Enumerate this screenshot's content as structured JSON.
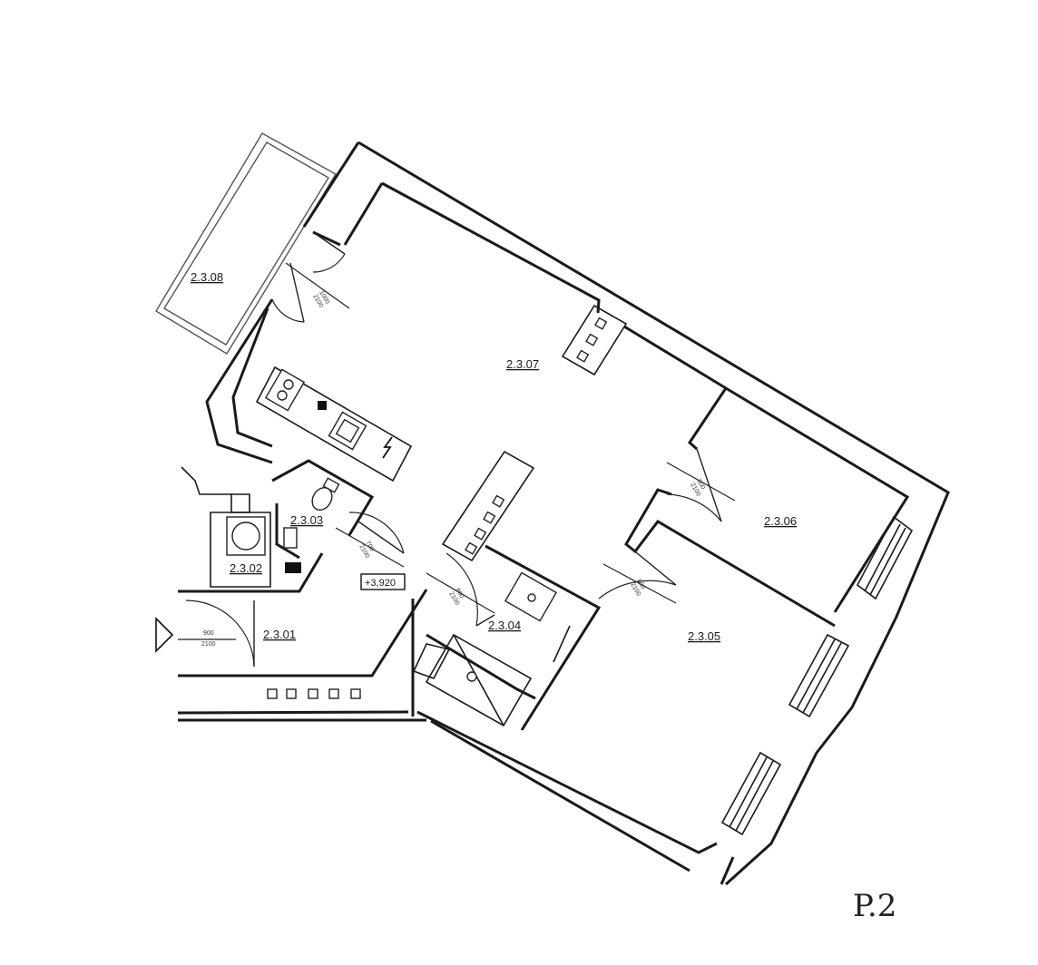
{
  "rooms": {
    "r_2308": "2.3.08",
    "r_2307": "2.3.07",
    "r_2306": "2.3.06",
    "r_2305": "2.3.05",
    "r_2304": "2.3.04",
    "r_2303": "2.3.03",
    "r_2302": "2.3.02",
    "r_2301": "2.3.01"
  },
  "doors": {
    "d_balcony": {
      "width": "1000",
      "height": "2100"
    },
    "d_2306": {
      "width": "800",
      "height": "2100"
    },
    "d_2305": {
      "width": "800",
      "height": "2100"
    },
    "d_2304": {
      "width": "800",
      "height": "2100"
    },
    "d_2303": {
      "width": "700",
      "height": "2100"
    },
    "d_2301": {
      "width": "900",
      "height": "2100"
    }
  },
  "level_mark": "+3,920",
  "page_mark": "P.2",
  "icons": [
    "electric-outlet-icon",
    "cooktop-icon",
    "sink-icon",
    "toilet-icon",
    "washer-icon",
    "shower-icon",
    "entrance-arrow-icon"
  ]
}
